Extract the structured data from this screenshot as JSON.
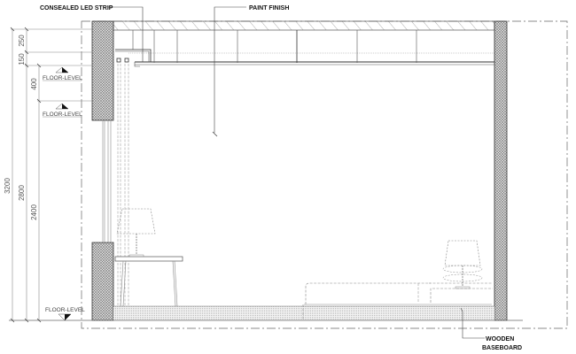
{
  "drawing": {
    "type": "interior-section-elevation",
    "annotations": {
      "led_strip": "CONSEALED LED STRIP",
      "paint_finish": "PAINT FINISH",
      "baseboard_line1": "WOODEN",
      "baseboard_line2": "BASEBOARD"
    },
    "level_markers": [
      "FLOOR-LEVEL",
      "FLOOR-LEVEL",
      "FLOOR-LEVEL"
    ],
    "dimensions": {
      "outer": "3200",
      "middle": "2800",
      "inner": "2400",
      "ceiling_void": "250",
      "ceiling_drop": "150",
      "soffit": "400"
    },
    "colors": {
      "line": "#333333",
      "dim_line": "#888888",
      "hatch": "#999999",
      "wall_fill": "#bbbbbb"
    }
  }
}
